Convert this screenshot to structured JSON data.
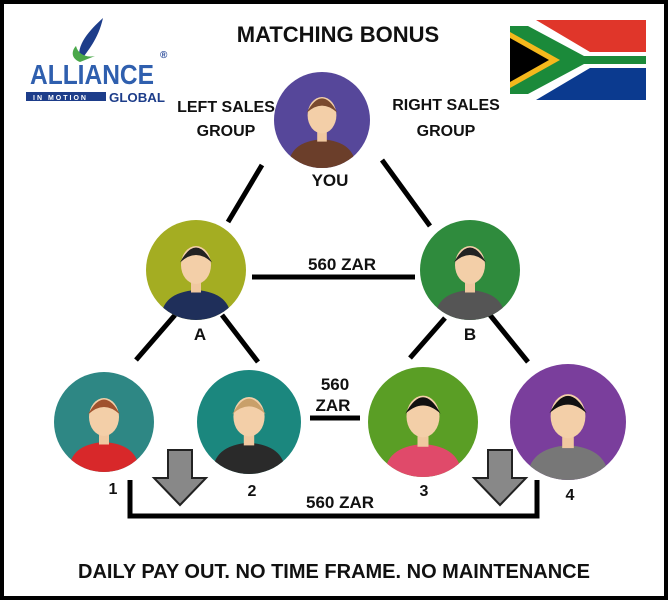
{
  "title": "MATCHING BONUS",
  "logo": {
    "brand": "ALLIANCE",
    "tagline_left": "IN MOTION",
    "tagline_right": "GLOBAL",
    "registered": "®"
  },
  "flag": "south-africa-flag",
  "labels": {
    "left_group": [
      "LEFT SALES",
      "GROUP"
    ],
    "right_group": [
      "RIGHT SALES",
      "GROUP"
    ],
    "you": "YOU",
    "a": "A",
    "b": "B",
    "n1": "1",
    "n2": "2",
    "n3": "3",
    "n4": "4"
  },
  "bonuses": {
    "ab": "560 ZAR",
    "mid_amount": "560",
    "mid_currency": "ZAR",
    "bottom": "560 ZAR"
  },
  "footer": "DAILY PAY OUT. NO TIME FRAME. NO MAINTENANCE",
  "colors": {
    "you": "#56479a",
    "a": "#a4ad22",
    "b": "#2f8b3d",
    "n1": "#2e8784",
    "n2": "#1b877e",
    "n3": "#5a9e25",
    "n4": "#7a3e9c"
  }
}
